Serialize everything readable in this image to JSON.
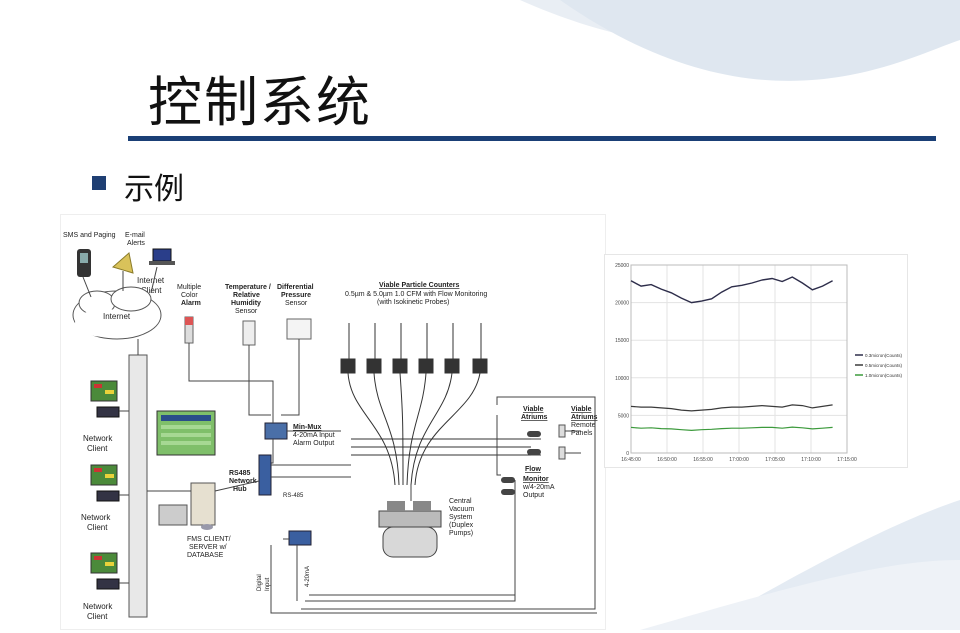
{
  "slide": {
    "title": "控制系统",
    "bullet": "示例"
  },
  "diagram": {
    "sms_paging": "SMS and Paging",
    "email_alerts": [
      "E-mail",
      "Alerts"
    ],
    "internet_client": [
      "Internet",
      "Client"
    ],
    "internet": "Internet",
    "network_client": [
      "Network",
      "Client"
    ],
    "multiple_color_alarm": [
      "Multiple",
      "Color",
      "Alarm"
    ],
    "temp_rh_sensor": [
      "Temperature /",
      "Relative",
      "Humidity",
      "Sensor"
    ],
    "diff_pressure_sensor": [
      "Differential",
      "Pressure",
      "Sensor"
    ],
    "viable_particle_counters": [
      "Viable Particle Counters",
      "0.5µm & 5.0µm 1.0 CFM with Flow Monitoring",
      "(with Isokinetic Probes)"
    ],
    "min_mux": [
      "Min-Mux",
      "4-20mA Input",
      "Alarm Output"
    ],
    "rs485_hub": [
      "RS485",
      "Network",
      "Hub"
    ],
    "rs485": "RS-485",
    "fms_client": [
      "FMS CLIENT/",
      "SERVER w/",
      "DATABASE"
    ],
    "vacuum": [
      "Central",
      "Vacuum",
      "System",
      "(Duplex",
      "Pumps)"
    ],
    "viable_atriums": [
      "Viable",
      "Atriums"
    ],
    "viable_atriums_panels": [
      "Viable",
      "Atriums",
      "Remote",
      "Panels"
    ],
    "flow_monitor": [
      "Flow",
      "Monitor",
      "w/4-20mA",
      "Output"
    ],
    "digital_input": [
      "Digital",
      "Input"
    ],
    "ma_420": "4-20mA"
  },
  "colors": {
    "title_rule": "#1a3f76",
    "bullet": "#1f3f73",
    "series_1": "#2d2d4a",
    "series_2": "#3a3a3a",
    "series_3": "#3c9a3c"
  },
  "chart_data": {
    "type": "line",
    "x": [
      "16:45:00",
      "16:50:00",
      "16:55:00",
      "17:00:00",
      "17:05:00",
      "17:10:00",
      "17:15:00"
    ],
    "xlim": [
      "16:45:00",
      "17:15:00"
    ],
    "ylim": [
      0,
      25000
    ],
    "yticks": [
      "25000",
      "20000",
      "15000",
      "10000",
      "5000",
      "0"
    ],
    "xticks": [
      "16:45:00",
      "16:50:00",
      "16:55:00",
      "17:00:00",
      "17:05:00",
      "17:10:00",
      "17:15:00"
    ],
    "legend_position": "right",
    "series": [
      {
        "name": "0.3micron(Counts)",
        "color": "#2d2d4a",
        "values": [
          22900,
          22200,
          22400,
          21800,
          21300,
          20600,
          20000,
          20200,
          20500,
          21400,
          22100,
          22300,
          22600,
          23000,
          23200,
          22800,
          23400,
          22600,
          21700,
          22200,
          22900
        ]
      },
      {
        "name": "0.5micron(Counts)",
        "color": "#3a3a3a",
        "values": [
          6200,
          6100,
          6100,
          6000,
          5900,
          5700,
          5600,
          5700,
          5800,
          6000,
          6100,
          6100,
          6200,
          6300,
          6200,
          6100,
          6400,
          6300,
          6000,
          6200,
          6400
        ]
      },
      {
        "name": "1.0micron(Counts)",
        "color": "#3c9a3c",
        "values": [
          3400,
          3300,
          3350,
          3250,
          3200,
          3100,
          3000,
          3100,
          3150,
          3250,
          3300,
          3300,
          3350,
          3400,
          3400,
          3300,
          3450,
          3350,
          3200,
          3300,
          3400
        ]
      }
    ]
  }
}
